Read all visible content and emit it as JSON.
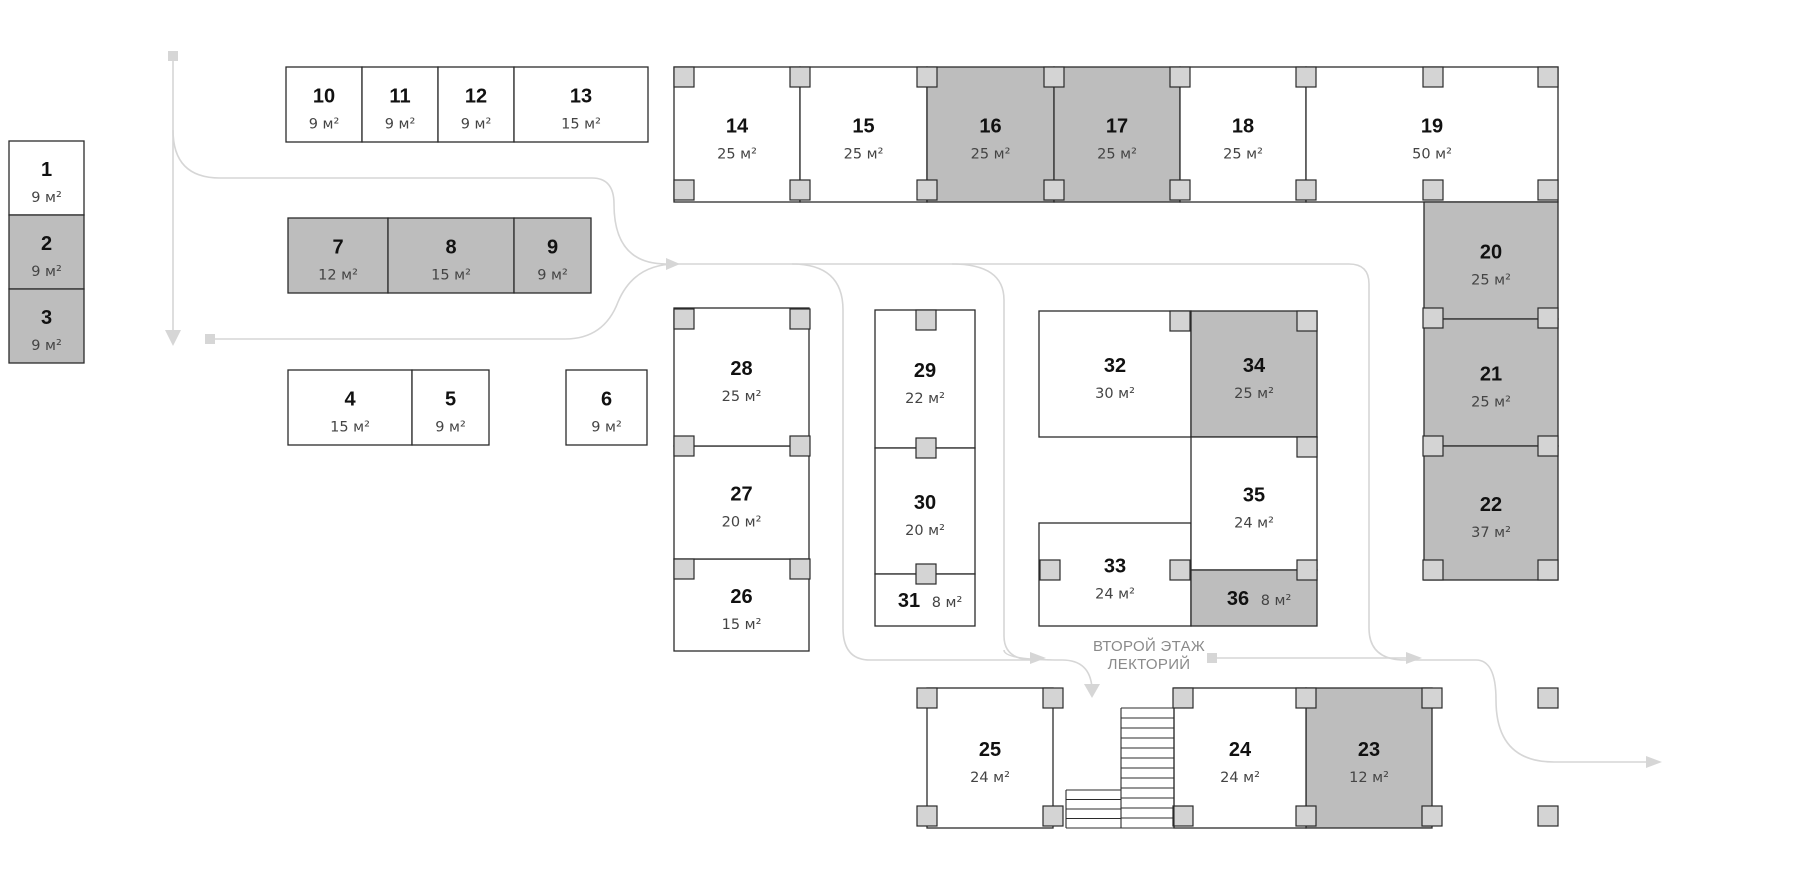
{
  "area_unit": "м²",
  "second_floor_label": [
    "ВТОРОЙ ЭТАЖ",
    "ЛЕКТОРИЙ"
  ],
  "colors": {
    "free": "#ffffff",
    "taken": "#bdbdbd",
    "outline": "#2b2b2b",
    "path": "#d6d6d6"
  },
  "units": [
    {
      "n": "1",
      "area": "9",
      "status": "free"
    },
    {
      "n": "2",
      "area": "9",
      "status": "taken"
    },
    {
      "n": "3",
      "area": "9",
      "status": "taken"
    },
    {
      "n": "4",
      "area": "15",
      "status": "free"
    },
    {
      "n": "5",
      "area": "9",
      "status": "free"
    },
    {
      "n": "6",
      "area": "9",
      "status": "free"
    },
    {
      "n": "7",
      "area": "12",
      "status": "taken"
    },
    {
      "n": "8",
      "area": "15",
      "status": "taken"
    },
    {
      "n": "9",
      "area": "9",
      "status": "taken"
    },
    {
      "n": "10",
      "area": "9",
      "status": "free"
    },
    {
      "n": "11",
      "area": "9",
      "status": "free"
    },
    {
      "n": "12",
      "area": "9",
      "status": "free"
    },
    {
      "n": "13",
      "area": "15",
      "status": "free"
    },
    {
      "n": "14",
      "area": "25",
      "status": "free"
    },
    {
      "n": "15",
      "area": "25",
      "status": "free"
    },
    {
      "n": "16",
      "area": "25",
      "status": "taken"
    },
    {
      "n": "17",
      "area": "25",
      "status": "taken"
    },
    {
      "n": "18",
      "area": "25",
      "status": "free"
    },
    {
      "n": "19",
      "area": "50",
      "status": "free"
    },
    {
      "n": "20",
      "area": "25",
      "status": "taken"
    },
    {
      "n": "21",
      "area": "25",
      "status": "taken"
    },
    {
      "n": "22",
      "area": "37",
      "status": "taken"
    },
    {
      "n": "23",
      "area": "12",
      "status": "taken"
    },
    {
      "n": "24",
      "area": "24",
      "status": "free"
    },
    {
      "n": "25",
      "area": "24",
      "status": "free"
    },
    {
      "n": "26",
      "area": "15",
      "status": "free"
    },
    {
      "n": "27",
      "area": "20",
      "status": "free"
    },
    {
      "n": "28",
      "area": "25",
      "status": "free"
    },
    {
      "n": "29",
      "area": "22",
      "status": "free"
    },
    {
      "n": "30",
      "area": "20",
      "status": "free"
    },
    {
      "n": "31",
      "area": "8",
      "status": "free"
    },
    {
      "n": "32",
      "area": "30",
      "status": "free"
    },
    {
      "n": "33",
      "area": "24",
      "status": "free"
    },
    {
      "n": "34",
      "area": "25",
      "status": "taken"
    },
    {
      "n": "35",
      "area": "24",
      "status": "free"
    },
    {
      "n": "36",
      "area": "8",
      "status": "taken"
    }
  ]
}
